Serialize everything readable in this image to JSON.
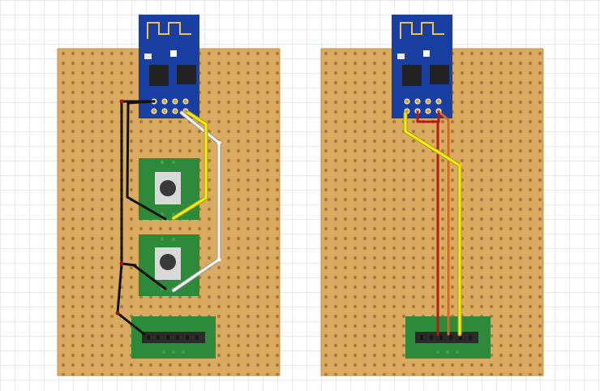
{
  "colors": {
    "background": "#ffffff",
    "grid_line": "#e6e9ec",
    "stripboard": "#d9aa60",
    "stripboard_edge": "#c4934a",
    "hole": "#a87a3c",
    "esp_board": "#1a3fa3",
    "esp_antenna": "#f0c24a",
    "esp_chip": "#222222",
    "button_pcb": "#2d8a3a",
    "button_cap": "#3a3a3a",
    "header_pcb": "#2d8a3a",
    "header_pin": "#1a1a1a",
    "wire_black": "#111111",
    "wire_white": "#f4f4f4",
    "wire_yellow": "#f2ea1c",
    "wire_red": "#b51b0e",
    "wire_orange": "#d66a1c"
  },
  "icons": {
    "esp_module": "esp8266-wifi-module-icon",
    "push_button": "tactile-push-button-icon",
    "pin_header": "six-pin-header-icon"
  },
  "boards": [
    {
      "name": "left-stripboard",
      "components": [
        "esp8266-module",
        "push-button-1",
        "push-button-2",
        "pin-header"
      ],
      "wires": [
        "black",
        "black",
        "black",
        "white",
        "white",
        "yellow",
        "yellow"
      ]
    },
    {
      "name": "right-stripboard",
      "components": [
        "esp8266-module",
        "pin-header"
      ],
      "wires": [
        "red",
        "red",
        "orange",
        "yellow"
      ]
    }
  ]
}
